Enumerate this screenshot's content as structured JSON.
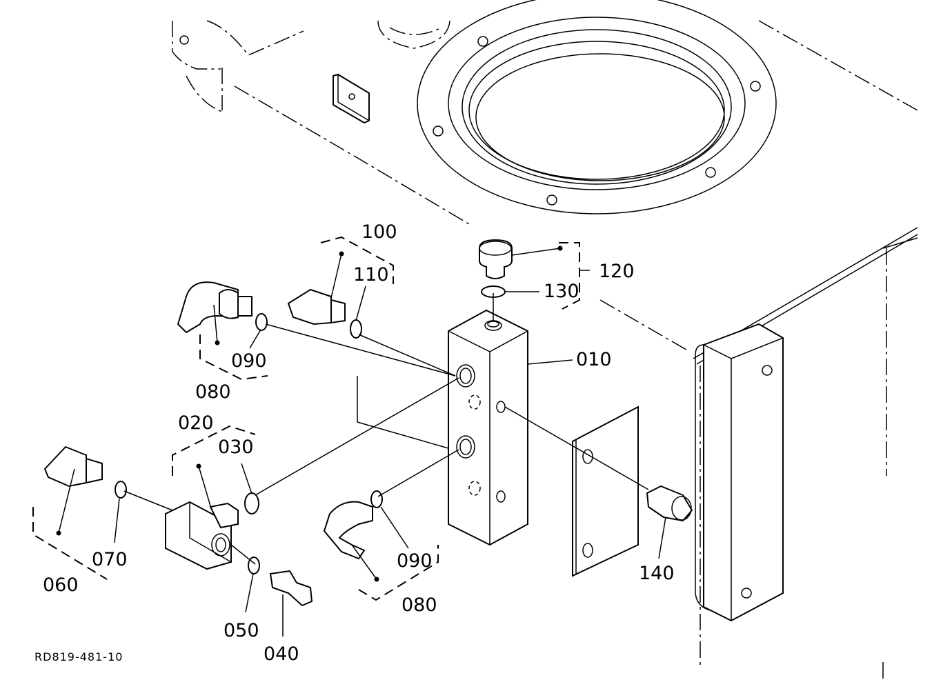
{
  "diagram": {
    "code": "RD819-481-10",
    "labels": {
      "p010": "010",
      "p020": "020",
      "p030": "030",
      "p040": "040",
      "p050": "050",
      "p060": "060",
      "p070": "070",
      "p080_top": "080",
      "p080_bottom": "080",
      "p090_top": "090",
      "p090_bottom": "090",
      "p100": "100",
      "p110": "110",
      "p120": "120",
      "p130": "130",
      "p140": "140"
    }
  }
}
